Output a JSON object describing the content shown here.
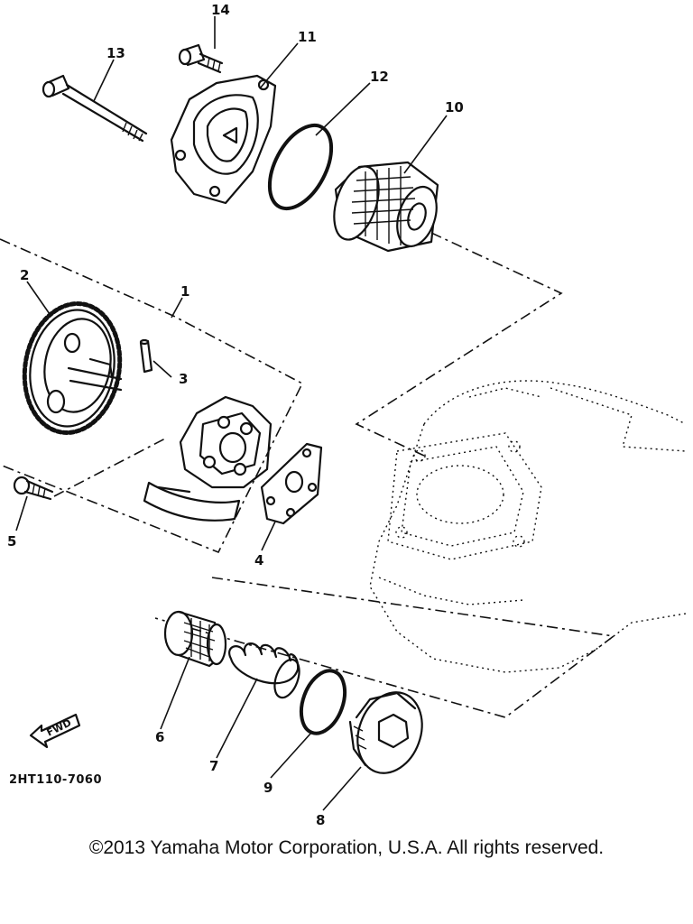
{
  "parts": [
    {
      "id": "1",
      "label": "1"
    },
    {
      "id": "2",
      "label": "2"
    },
    {
      "id": "3",
      "label": "3"
    },
    {
      "id": "4",
      "label": "4"
    },
    {
      "id": "5",
      "label": "5"
    },
    {
      "id": "6",
      "label": "6"
    },
    {
      "id": "7",
      "label": "7"
    },
    {
      "id": "8",
      "label": "8"
    },
    {
      "id": "9",
      "label": "9"
    },
    {
      "id": "10",
      "label": "10"
    },
    {
      "id": "11",
      "label": "11"
    },
    {
      "id": "12",
      "label": "12"
    },
    {
      "id": "13",
      "label": "13"
    },
    {
      "id": "14",
      "label": "14"
    }
  ],
  "fwd_label": "FWD",
  "diagram_code": "2HT110-7060",
  "copyright": "©2013 Yamaha Motor Corporation, U.S.A. All rights reserved."
}
